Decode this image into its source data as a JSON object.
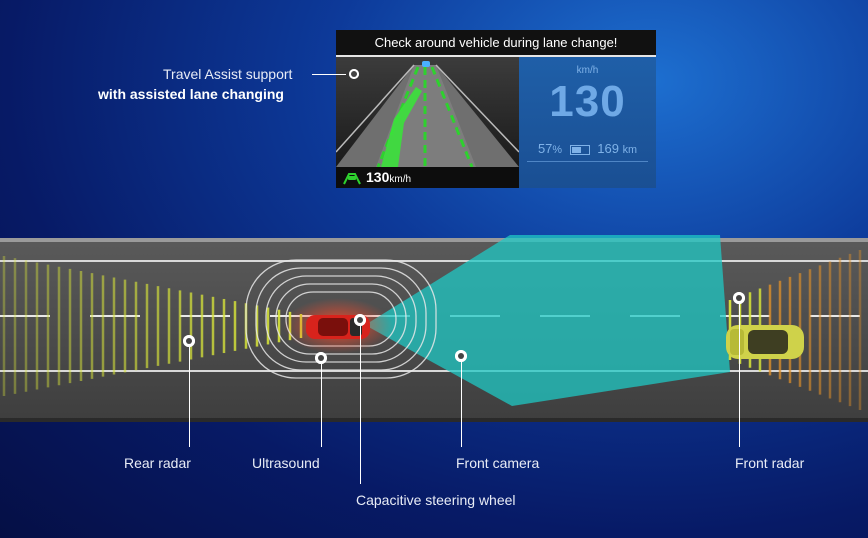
{
  "panel": {
    "warning": "Check around vehicle during lane change!",
    "speed_unit": "km/h",
    "speed_value": "130",
    "battery_percent": "57",
    "battery_percent_unit": "%",
    "range_value": "169",
    "range_unit": "km",
    "nav_speed_value": "130",
    "nav_speed_unit": "km/h"
  },
  "callouts": {
    "travel_assist_line1": "Travel Assist support",
    "travel_assist_line2": "with assisted lane changing",
    "rear_radar": "Rear radar",
    "ultrasound": "Ultrasound",
    "front_camera": "Front camera",
    "front_radar": "Front radar",
    "capacitive_steering": "Capacitive steering wheel"
  },
  "colors": {
    "camera_cone": "#1fc8c4",
    "radar_stripes": "#d7e43a",
    "front_radar_stripes": "#e0902a",
    "ego_car": "#d8231c",
    "lead_car": "#cfd24a"
  }
}
